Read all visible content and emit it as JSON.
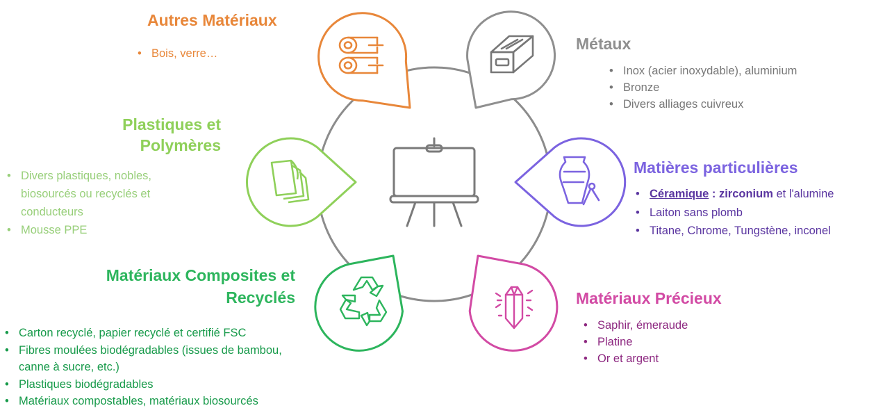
{
  "colors": {
    "autres": "#e8873a",
    "metaux": "#8f8f8f",
    "plastiques": "#8fd05a",
    "composites": "#2db55d",
    "particulieres": "#7b63e0",
    "precieux": "#d24aa4",
    "center": "#7a7a7a"
  },
  "center": {
    "icon": "presentation-easel-icon"
  },
  "autres": {
    "icon": "wood-logs-icon",
    "title": "Autres Matériaux",
    "items": [
      "Bois, verre…"
    ]
  },
  "metaux": {
    "icon": "metal-ingot-icon",
    "title": "Métaux",
    "items": [
      "Inox (acier inoxydable), aluminium",
      "Bronze",
      "Divers alliages cuivreux"
    ]
  },
  "plastiques": {
    "icon": "plastic-sheets-icon",
    "title_line1": "Plastiques et",
    "title_line2": "Polymères",
    "items": [
      "Divers plastiques, nobles, biosourcés ou recyclés et conducteurs",
      "Mousse PPE"
    ]
  },
  "particulieres": {
    "icon": "ceramic-vase-icon",
    "title": "Matières particulières",
    "item1_a": "Céramique",
    "item1_b": " : ",
    "item1_c": "zirconium",
    "item1_d": " et l'alumine",
    "items": [
      "Laiton sans plomb",
      "Titane, Chrome, Tungstène, inconel"
    ]
  },
  "composites": {
    "icon": "recycle-icon",
    "title_line1": "Matériaux Composites et",
    "title_line2": "Recyclés",
    "items": [
      "Carton recyclé, papier recyclé et certifié FSC",
      "Fibres moulées biodégradables (issues de bambou, canne à sucre, etc.)",
      "Plastiques biodégradables",
      "Matériaux compostables, matériaux biosourcés"
    ]
  },
  "precieux": {
    "icon": "gem-crystal-icon",
    "title": "Matériaux Précieux",
    "items": [
      "Saphir, émeraude",
      "Platine",
      "Or et argent"
    ]
  }
}
